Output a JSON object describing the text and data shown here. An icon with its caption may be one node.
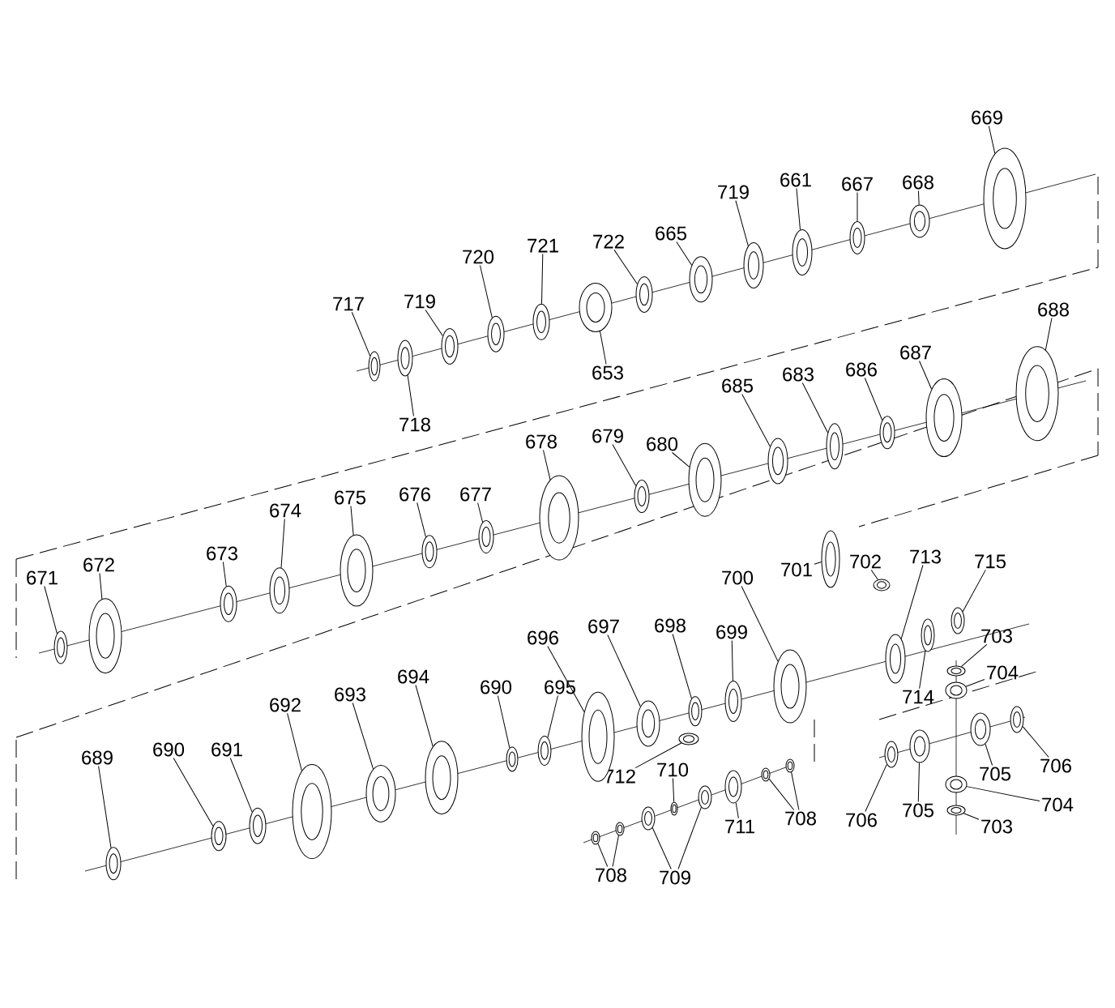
{
  "diagram": {
    "nodes": [
      {
        "text": [
          "669"
        ]
      },
      {
        "text": [
          "719"
        ]
      },
      {
        "text": [
          "661"
        ]
      },
      {
        "text": [
          "667"
        ]
      },
      {
        "text": [
          "668"
        ]
      },
      {
        "text": [
          "722"
        ]
      },
      {
        "text": [
          "665"
        ]
      },
      {
        "text": [
          "721"
        ]
      },
      {
        "text": [
          "720"
        ]
      },
      {
        "text": [
          "719"
        ]
      },
      {
        "text": [
          "717"
        ]
      },
      {
        "text": [
          "688"
        ]
      },
      {
        "text": [
          "687"
        ]
      },
      {
        "text": [
          "653"
        ]
      },
      {
        "text": [
          "686"
        ]
      },
      {
        "text": [
          "683"
        ]
      },
      {
        "text": [
          "685"
        ]
      },
      {
        "text": [
          "718"
        ]
      },
      {
        "text": [
          "679"
        ]
      },
      {
        "text": [
          "678"
        ]
      },
      {
        "text": [
          "680"
        ]
      },
      {
        "text": [
          "676"
        ]
      },
      {
        "text": [
          "677"
        ]
      },
      {
        "text": [
          "675"
        ]
      },
      {
        "text": [
          "674"
        ]
      },
      {
        "text": [
          "673"
        ]
      },
      {
        "text": [
          "713"
        ]
      },
      {
        "text": [
          "702"
        ]
      },
      {
        "text": [
          "715"
        ]
      },
      {
        "text": [
          "672"
        ]
      },
      {
        "text": [
          "701"
        ]
      },
      {
        "text": [
          "671"
        ]
      },
      {
        "text": [
          "700"
        ]
      },
      {
        "text": [
          "697"
        ]
      },
      {
        "text": [
          "698"
        ]
      },
      {
        "text": [
          "699"
        ]
      },
      {
        "text": [
          "703"
        ]
      },
      {
        "text": [
          "696"
        ]
      },
      {
        "text": [
          "704"
        ]
      },
      {
        "text": [
          "694"
        ]
      },
      {
        "text": [
          "690"
        ]
      },
      {
        "text": [
          "695"
        ]
      },
      {
        "text": [
          "714"
        ]
      },
      {
        "text": [
          "692"
        ]
      },
      {
        "text": [
          "693"
        ]
      },
      {
        "text": [
          "690"
        ]
      },
      {
        "text": [
          "691"
        ]
      },
      {
        "text": [
          "689"
        ]
      },
      {
        "text": [
          "706"
        ]
      },
      {
        "text": [
          "705"
        ]
      },
      {
        "text": [
          "712"
        ]
      },
      {
        "text": [
          "710"
        ]
      },
      {
        "text": [
          "705"
        ]
      },
      {
        "text": [
          "704"
        ]
      },
      {
        "text": [
          "708"
        ]
      },
      {
        "text": [
          "706"
        ]
      },
      {
        "text": [
          "711"
        ]
      },
      {
        "text": [
          "703"
        ]
      },
      {
        "text": [
          "708"
        ]
      },
      {
        "text": [
          "709"
        ]
      },
      {
        "text": [],
        "shape": "ring"
      },
      {
        "text": [],
        "shape": "ring"
      },
      {
        "text": [],
        "shape": "ring"
      },
      {
        "text": [],
        "shape": "ring"
      },
      {
        "text": [],
        "shape": "ring"
      },
      {
        "text": [],
        "shape": "ring"
      },
      {
        "text": [],
        "shape": "ring"
      },
      {
        "text": [],
        "shape": "ring"
      },
      {
        "text": [],
        "shape": "ring"
      },
      {
        "text": [],
        "shape": "ring"
      },
      {
        "text": [],
        "shape": "ring"
      },
      {
        "text": [],
        "shape": "ring"
      },
      {
        "text": [],
        "shape": "ring"
      },
      {
        "text": [],
        "shape": "ring"
      },
      {
        "text": [],
        "shape": "ring"
      },
      {
        "text": [],
        "shape": "ring"
      },
      {
        "text": [],
        "shape": "ring"
      },
      {
        "text": [],
        "shape": "ring"
      },
      {
        "text": [],
        "shape": "ring"
      },
      {
        "text": [],
        "shape": "ring"
      },
      {
        "text": [],
        "shape": "ring"
      },
      {
        "text": [],
        "shape": "ring"
      },
      {
        "text": [],
        "shape": "ring"
      },
      {
        "text": [],
        "shape": "ring"
      },
      {
        "text": [],
        "shape": "ring"
      },
      {
        "text": [],
        "shape": "ring"
      },
      {
        "text": [],
        "shape": "ring"
      },
      {
        "text": [],
        "shape": "ring"
      },
      {
        "text": [],
        "shape": "ring"
      },
      {
        "text": [],
        "shape": "ring"
      },
      {
        "text": [],
        "shape": "ring"
      },
      {
        "text": [],
        "shape": "ring"
      },
      {
        "text": [],
        "shape": "ring"
      },
      {
        "text": [],
        "shape": "ring"
      },
      {
        "text": [],
        "shape": "ring"
      },
      {
        "text": [],
        "shape": "ring"
      },
      {
        "text": [],
        "shape": "ring"
      },
      {
        "text": [],
        "shape": "ring"
      },
      {
        "text": [],
        "shape": "ring"
      },
      {
        "text": [],
        "shape": "ring"
      },
      {
        "text": [],
        "shape": "ring"
      },
      {
        "text": [],
        "shape": "ring"
      },
      {
        "text": [],
        "shape": "ring"
      },
      {
        "text": [],
        "shape": "ring"
      },
      {
        "text": [],
        "shape": "ring"
      },
      {
        "text": [],
        "shape": "ring"
      },
      {
        "text": [],
        "shape": "ring"
      },
      {
        "text": [],
        "shape": "ring"
      },
      {
        "text": [],
        "shape": "ring"
      },
      {
        "text": [],
        "shape": "ring"
      },
      {
        "text": [],
        "shape": "ring"
      },
      {
        "text": [],
        "shape": "ring"
      },
      {
        "text": [],
        "shape": "ring"
      },
      {
        "text": [],
        "shape": "ring"
      },
      {
        "text": [],
        "shape": "ring"
      },
      {
        "text": [],
        "shape": "ring"
      },
      {
        "text": [],
        "shape": "ring"
      },
      {
        "text": [],
        "shape": "ring"
      },
      {
        "text": [],
        "shape": "ring"
      },
      {
        "text": [],
        "shape": "ring"
      },
      {
        "text": [],
        "shape": "ring"
      },
      {
        "text": [],
        "shape": "ring"
      },
      {
        "text": [],
        "shape": "ring"
      }
    ],
    "edges": [
      {
        "from": 0,
        "to": 60,
        "arrow": "none"
      },
      {
        "from": 1,
        "to": 61,
        "arrow": "none"
      },
      {
        "from": 2,
        "to": 62,
        "arrow": "none"
      },
      {
        "from": 3,
        "to": 63,
        "arrow": "none"
      },
      {
        "from": 4,
        "to": 64,
        "arrow": "none"
      },
      {
        "from": 5,
        "to": 65,
        "arrow": "none"
      },
      {
        "from": 6,
        "to": 66,
        "arrow": "none"
      },
      {
        "from": 7,
        "to": 67,
        "arrow": "none"
      },
      {
        "from": 8,
        "to": 68,
        "arrow": "none"
      },
      {
        "from": 9,
        "to": 69,
        "arrow": "none"
      },
      {
        "from": 10,
        "to": 70,
        "arrow": "none"
      },
      {
        "from": 11,
        "to": 71,
        "arrow": "none"
      },
      {
        "from": 12,
        "to": 72,
        "arrow": "none"
      },
      {
        "from": 13,
        "to": 73,
        "arrow": "none"
      },
      {
        "from": 14,
        "to": 74,
        "arrow": "none"
      },
      {
        "from": 15,
        "to": 75,
        "arrow": "none"
      },
      {
        "from": 16,
        "to": 76,
        "arrow": "none"
      },
      {
        "from": 17,
        "to": 77,
        "arrow": "none"
      },
      {
        "from": 18,
        "to": 78,
        "arrow": "none"
      },
      {
        "from": 19,
        "to": 79,
        "arrow": "none"
      },
      {
        "from": 20,
        "to": 80,
        "arrow": "none"
      },
      {
        "from": 21,
        "to": 81,
        "arrow": "none"
      },
      {
        "from": 22,
        "to": 82,
        "arrow": "none"
      },
      {
        "from": 23,
        "to": 83,
        "arrow": "none"
      },
      {
        "from": 24,
        "to": 84,
        "arrow": "none"
      },
      {
        "from": 25,
        "to": 85,
        "arrow": "none"
      },
      {
        "from": 26,
        "to": 86,
        "arrow": "none"
      },
      {
        "from": 27,
        "to": 87,
        "arrow": "none"
      },
      {
        "from": 28,
        "to": 88,
        "arrow": "none"
      },
      {
        "from": 29,
        "to": 89,
        "arrow": "none"
      },
      {
        "from": 30,
        "to": 90,
        "arrow": "none"
      },
      {
        "from": 31,
        "to": 91,
        "arrow": "none"
      },
      {
        "from": 32,
        "to": 92,
        "arrow": "none"
      },
      {
        "from": 33,
        "to": 93,
        "arrow": "none"
      },
      {
        "from": 34,
        "to": 94,
        "arrow": "none"
      },
      {
        "from": 35,
        "to": 95,
        "arrow": "none"
      },
      {
        "from": 36,
        "to": 96,
        "arrow": "none"
      },
      {
        "from": 37,
        "to": 97,
        "arrow": "none"
      },
      {
        "from": 38,
        "to": 98,
        "arrow": "none"
      },
      {
        "from": 39,
        "to": 99,
        "arrow": "none"
      },
      {
        "from": 40,
        "to": 100,
        "arrow": "none"
      },
      {
        "from": 41,
        "to": 101,
        "arrow": "none"
      },
      {
        "from": 42,
        "to": 102,
        "arrow": "none"
      },
      {
        "from": 43,
        "to": 103,
        "arrow": "none"
      },
      {
        "from": 44,
        "to": 104,
        "arrow": "none"
      },
      {
        "from": 45,
        "to": 105,
        "arrow": "none"
      },
      {
        "from": 46,
        "to": 106,
        "arrow": "none"
      },
      {
        "from": 47,
        "to": 107,
        "arrow": "none"
      },
      {
        "from": 48,
        "to": 108,
        "arrow": "none"
      },
      {
        "from": 49,
        "to": 109,
        "arrow": "none"
      },
      {
        "from": 50,
        "to": 110,
        "arrow": "none"
      },
      {
        "from": 51,
        "to": 111,
        "arrow": "none"
      },
      {
        "from": 52,
        "to": 112,
        "arrow": "none"
      },
      {
        "from": 53,
        "to": 113,
        "arrow": "none"
      },
      {
        "from": 54,
        "to": 114,
        "arrow": "none"
      },
      {
        "from": 54,
        "to": 115,
        "arrow": "none"
      },
      {
        "from": 55,
        "to": 116,
        "arrow": "none"
      },
      {
        "from": 56,
        "to": 117,
        "arrow": "none"
      },
      {
        "from": 57,
        "to": 118,
        "arrow": "none"
      },
      {
        "from": 58,
        "to": 119,
        "arrow": "none"
      },
      {
        "from": 58,
        "to": 120,
        "arrow": "none"
      },
      {
        "from": 59,
        "to": 121,
        "arrow": "none"
      },
      {
        "from": 59,
        "to": 122,
        "arrow": "none"
      }
    ]
  }
}
